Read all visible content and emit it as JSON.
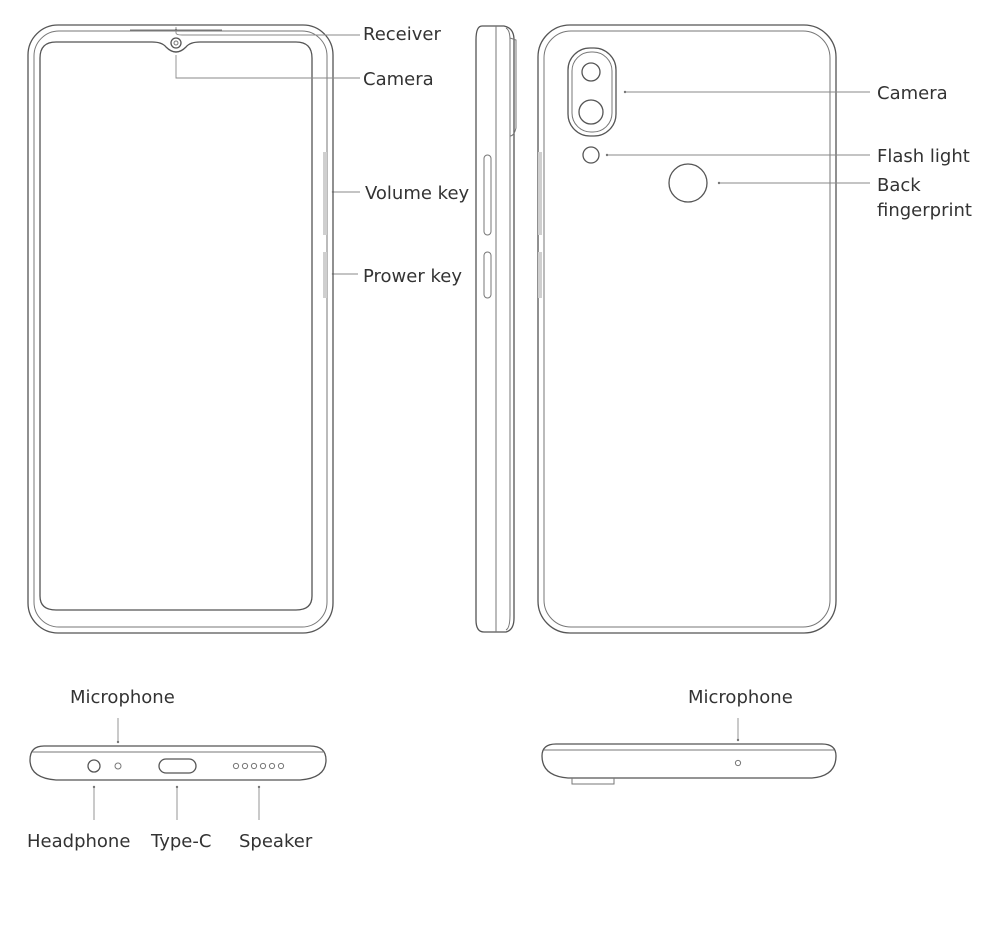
{
  "labels": {
    "receiver": "Receiver",
    "front_camera": "Camera",
    "volume_key": "Volume key",
    "power_key": "Prower key",
    "rear_camera": "Camera",
    "flash_light": "Flash light",
    "back_fingerprint_line1": "Back",
    "back_fingerprint_line2": "fingerprint",
    "bottom_microphone": "Microphone",
    "headphone": "Headphone",
    "type_c": "Type-C",
    "speaker": "Speaker",
    "top_microphone": "Microphone"
  },
  "colors": {
    "outline": "#555555",
    "leader_line": "#8a8a8a",
    "text": "#333333",
    "background": "#ffffff"
  }
}
